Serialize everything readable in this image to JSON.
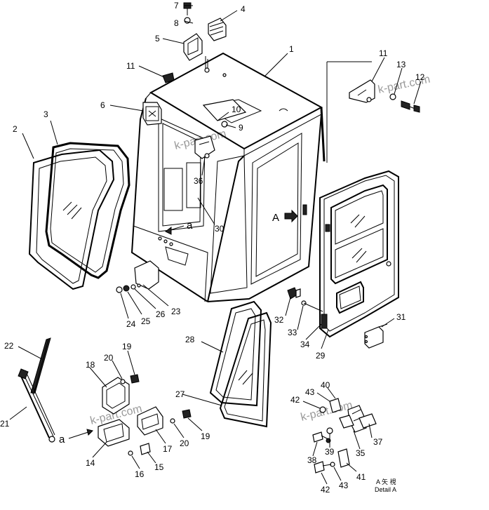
{
  "callouts": [
    {
      "id": "c7",
      "text": "7"
    },
    {
      "id": "c8",
      "text": "8"
    },
    {
      "id": "c4",
      "text": "4"
    },
    {
      "id": "c5",
      "text": "5"
    },
    {
      "id": "c1",
      "text": "1"
    },
    {
      "id": "c11a",
      "text": "11"
    },
    {
      "id": "c11b",
      "text": "11"
    },
    {
      "id": "c13",
      "text": "13"
    },
    {
      "id": "c12",
      "text": "12"
    },
    {
      "id": "c6",
      "text": "6"
    },
    {
      "id": "c10",
      "text": "10"
    },
    {
      "id": "c9",
      "text": "9"
    },
    {
      "id": "c3",
      "text": "3"
    },
    {
      "id": "c2",
      "text": "2"
    },
    {
      "id": "c36",
      "text": "36"
    },
    {
      "id": "c30",
      "text": "30"
    },
    {
      "id": "c24",
      "text": "24"
    },
    {
      "id": "c25",
      "text": "25"
    },
    {
      "id": "c26",
      "text": "26"
    },
    {
      "id": "c23",
      "text": "23"
    },
    {
      "id": "c32",
      "text": "32"
    },
    {
      "id": "c33",
      "text": "33"
    },
    {
      "id": "c34",
      "text": "34"
    },
    {
      "id": "c29",
      "text": "29"
    },
    {
      "id": "c31",
      "text": "31"
    },
    {
      "id": "c22",
      "text": "22"
    },
    {
      "id": "c21",
      "text": "21"
    },
    {
      "id": "c18",
      "text": "18"
    },
    {
      "id": "c20a",
      "text": "20"
    },
    {
      "id": "c19a",
      "text": "19"
    },
    {
      "id": "c28",
      "text": "28"
    },
    {
      "id": "c27",
      "text": "27"
    },
    {
      "id": "c14",
      "text": "14"
    },
    {
      "id": "c16",
      "text": "16"
    },
    {
      "id": "c15",
      "text": "15"
    },
    {
      "id": "c17",
      "text": "17"
    },
    {
      "id": "c20b",
      "text": "20"
    },
    {
      "id": "c19b",
      "text": "19"
    },
    {
      "id": "c40",
      "text": "40"
    },
    {
      "id": "c43a",
      "text": "43"
    },
    {
      "id": "c42a",
      "text": "42"
    },
    {
      "id": "c35",
      "text": "35"
    },
    {
      "id": "c37",
      "text": "37"
    },
    {
      "id": "c39",
      "text": "39"
    },
    {
      "id": "c38",
      "text": "38"
    },
    {
      "id": "c41",
      "text": "41"
    },
    {
      "id": "c42b",
      "text": "42"
    },
    {
      "id": "c43b",
      "text": "43"
    }
  ],
  "markers": {
    "view_a": "A",
    "ref_a_left": "a",
    "ref_a_cab": "a"
  },
  "detail": {
    "line1": "A 矢 視",
    "line2": "Detail A"
  },
  "watermark": "k-part.com"
}
